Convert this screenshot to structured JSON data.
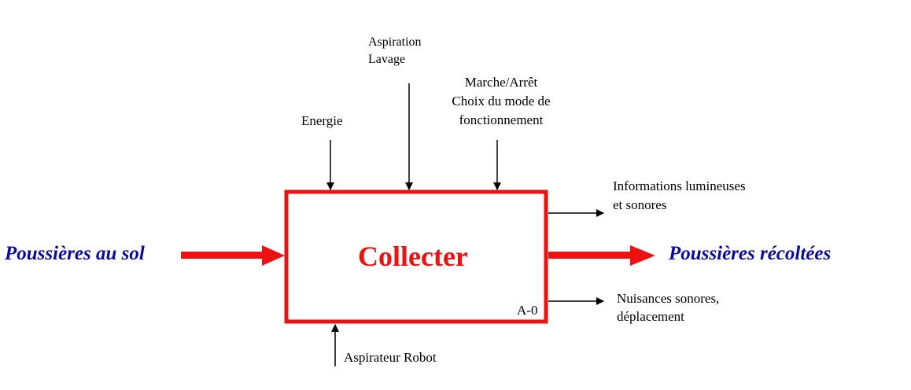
{
  "colors": {
    "box": "#ee1111",
    "flow": "#ee1111",
    "io_text": "#0a0a9c",
    "text": "#000000"
  },
  "function_box": {
    "title": "Collecter",
    "reference": "A-0"
  },
  "input": {
    "label": "Poussières au sol"
  },
  "output": {
    "label": "Poussières récoltées"
  },
  "controls": {
    "energie": "Energie",
    "aspiration_line1": "Aspiration",
    "aspiration_line2": "Lavage",
    "marche_line1": "Marche/Arrêt",
    "marche_line2": "Choix du mode de",
    "marche_line3": "fonctionnement"
  },
  "secondary_outputs": {
    "info_line1": "Informations lumineuses",
    "info_line2": "et sonores",
    "nuisances_line1": "Nuisances sonores,",
    "nuisances_line2": "déplacement"
  },
  "mechanism": {
    "label": "Aspirateur Robot"
  }
}
